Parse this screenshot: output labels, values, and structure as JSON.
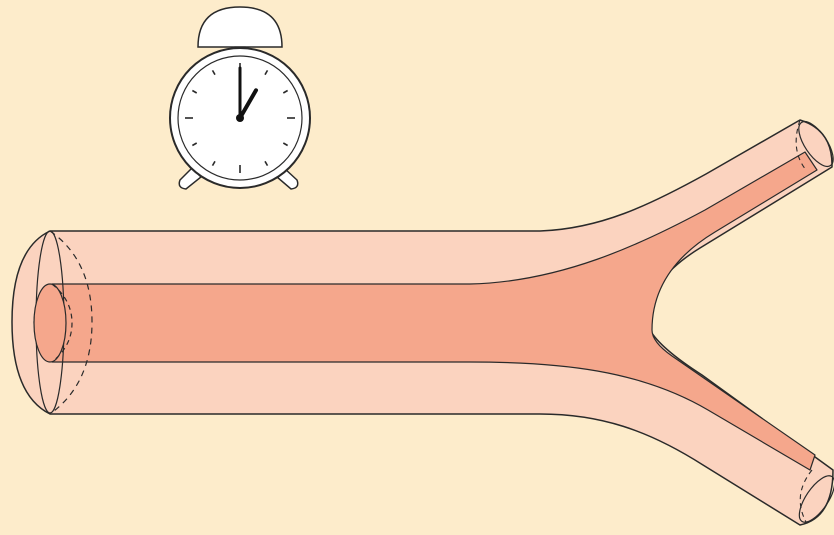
{
  "colors": {
    "background": "#fdeccb",
    "vessel_wall": "#fbd3bf",
    "vessel_lumen": "#f5a78c",
    "outline": "#2a2a2a",
    "clock_face": "#ffffff",
    "clock_hands": "#111111"
  },
  "clock": {
    "icon": "alarm-clock-icon",
    "hour": 1,
    "minute": 0
  },
  "vessel": {
    "shape": "bifurcating-blood-vessel",
    "branches": 2
  }
}
